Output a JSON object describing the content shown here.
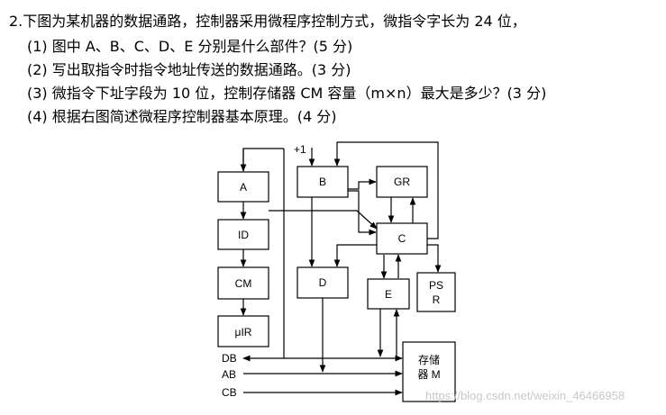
{
  "question": {
    "title": "2.下图为某机器的数据通路，控制器采用微程序控制方式，微指令字长为 24 位，",
    "items": [
      "(1)  图中 A、B、C、D、E 分别是什么部件？(5 分)",
      "(2)  写出取指令时指令地址传送的数据通路。(3 分)",
      "(3)  微指令下址字段为 10 位，控制存储器 CM 容量（m×n）最大是多少？(3 分)",
      "(4)  根据右图简述微程序控制器基本原理。(4 分)"
    ]
  },
  "diagram": {
    "boxes": {
      "A": "A",
      "ID": "ID",
      "CM": "CM",
      "uIR": "μIR",
      "B": "B",
      "GR": "GR",
      "C": "C",
      "D": "D",
      "E": "E",
      "PSR_line1": "PS",
      "PSR_line2": "R",
      "mem_line1": "存储",
      "mem_line2": "器 M"
    },
    "plus_one": "+1",
    "buses": [
      "DB",
      "AB",
      "CB"
    ]
  },
  "watermark": "https://blog.csdn.net/weixin_46466958"
}
